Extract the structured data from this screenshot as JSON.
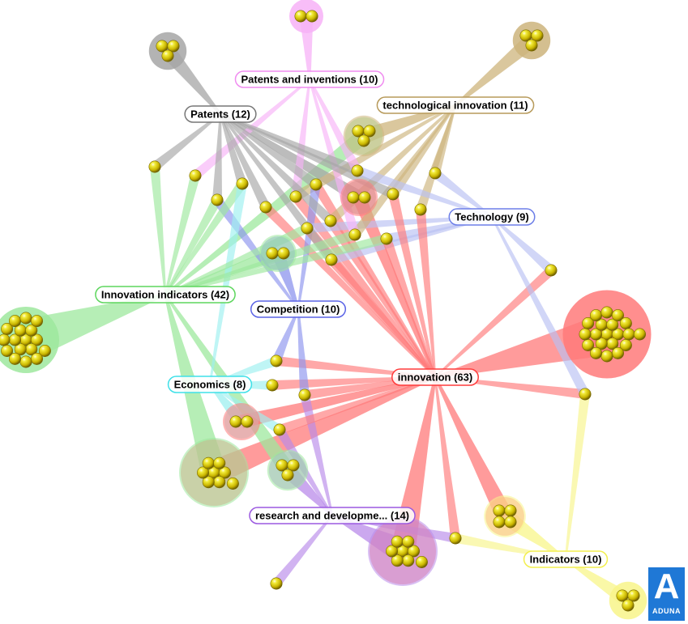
{
  "categories": [
    {
      "key": "innovation",
      "label": "innovation (63)",
      "color": "#ff3b3b",
      "fill": "#ff7a7a",
      "text_color": "#000000"
    },
    {
      "key": "innovation_indicators",
      "label": "Innovation indicators (42)",
      "color": "#5dd65d",
      "fill": "#9de89d",
      "text_color": "#000000"
    },
    {
      "key": "research",
      "label": "research and developme... (14)",
      "color": "#9b59e0",
      "fill": "#b98be9",
      "text_color": "#000000"
    },
    {
      "key": "patents",
      "label": "Patents (12)",
      "color": "#777777",
      "fill": "#a6a6a6",
      "text_color": "#000000"
    },
    {
      "key": "tech_innovation",
      "label": "technological innovation (11)",
      "color": "#b79a5a",
      "fill": "#cdb47c",
      "text_color": "#000000"
    },
    {
      "key": "patents_inventions",
      "label": "Patents and inventions (10)",
      "color": "#f08cf0",
      "fill": "#f7b2f7",
      "text_color": "#000000"
    },
    {
      "key": "competition",
      "label": "Competition (10)",
      "color": "#5a63e6",
      "fill": "#8c94ee",
      "text_color": "#000000"
    },
    {
      "key": "indicators",
      "label": "Indicators (10)",
      "color": "#f3ef4e",
      "fill": "#f8f58a",
      "text_color": "#000000"
    },
    {
      "key": "technology",
      "label": "Technology (9)",
      "color": "#6d7fe8",
      "fill": "#b8c0f3",
      "text_color": "#000000"
    },
    {
      "key": "economics",
      "label": "Economics (8)",
      "color": "#3fe0e8",
      "fill": "#9defef",
      "text_color": "#000000"
    }
  ],
  "clusters": [
    {
      "name": "cluster-innovation-only",
      "categories": [
        "innovation"
      ],
      "doc_count": 20
    },
    {
      "name": "cluster-innovation-indicators-only",
      "categories": [
        "innovation_indicators"
      ],
      "doc_count": 17
    },
    {
      "name": "cluster-innovation-and-indicators-a",
      "categories": [
        "innovation",
        "innovation_indicators"
      ],
      "doc_count": 8
    },
    {
      "name": "cluster-innovation-and-research",
      "categories": [
        "innovation",
        "research"
      ],
      "doc_count": 8
    },
    {
      "name": "cluster-innovation-and-indicators-yellow",
      "categories": [
        "innovation",
        "indicators"
      ],
      "doc_count": 4
    },
    {
      "name": "cluster-indicators-only",
      "categories": [
        "indicators"
      ],
      "doc_count": 3
    },
    {
      "name": "cluster-patents-only",
      "categories": [
        "patents"
      ],
      "doc_count": 3
    },
    {
      "name": "cluster-tech-innovation-only",
      "categories": [
        "tech_innovation"
      ],
      "doc_count": 3
    },
    {
      "name": "cluster-indicators-tech-innovation",
      "categories": [
        "innovation_indicators",
        "tech_innovation"
      ],
      "doc_count": 3
    },
    {
      "name": "cluster-research-innovation-indicators",
      "categories": [
        "research",
        "innovation_indicators"
      ],
      "doc_count": 3
    },
    {
      "name": "cluster-patents-inventions-only",
      "categories": [
        "patents_inventions"
      ],
      "doc_count": 2
    },
    {
      "name": "cluster-patents-innovation",
      "categories": [
        "patents",
        "innovation"
      ],
      "doc_count": 2
    },
    {
      "name": "cluster-competition-indicators",
      "categories": [
        "competition",
        "innovation_indicators"
      ],
      "doc_count": 2
    },
    {
      "name": "cluster-economics-innovation",
      "categories": [
        "economics",
        "innovation"
      ],
      "doc_count": 2
    }
  ],
  "logo": {
    "letter": "A",
    "word": "ADUNA",
    "color": "#1f78d6"
  }
}
